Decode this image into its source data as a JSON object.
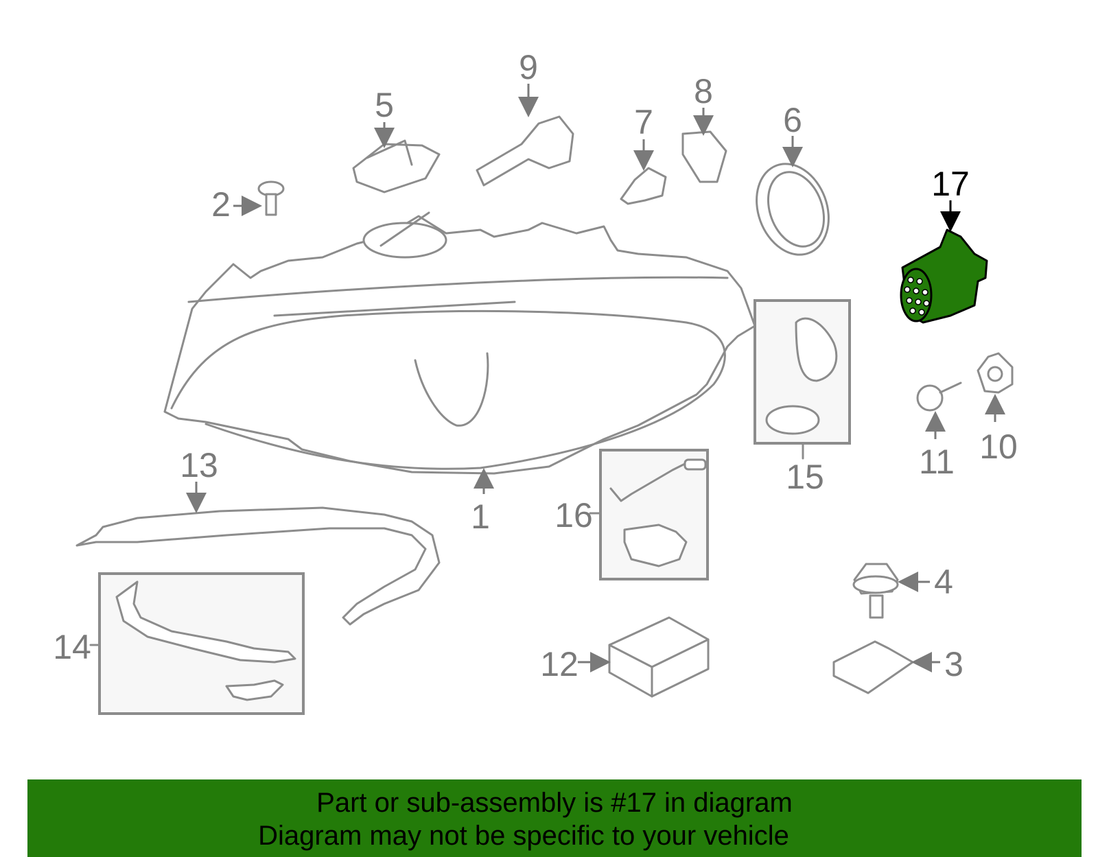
{
  "diagram": {
    "highlight_color": "#237b09",
    "line_color": "#8c8c8c",
    "highlighted_part": "17",
    "callouts": [
      "1",
      "2",
      "3",
      "4",
      "5",
      "6",
      "7",
      "8",
      "9",
      "10",
      "11",
      "12",
      "13",
      "14",
      "15",
      "16",
      "17"
    ]
  },
  "banner": {
    "line1": "Part or sub-assembly is #17 in diagram",
    "line2": "Diagram may not be specific to your vehicle",
    "background": "#237b09"
  }
}
